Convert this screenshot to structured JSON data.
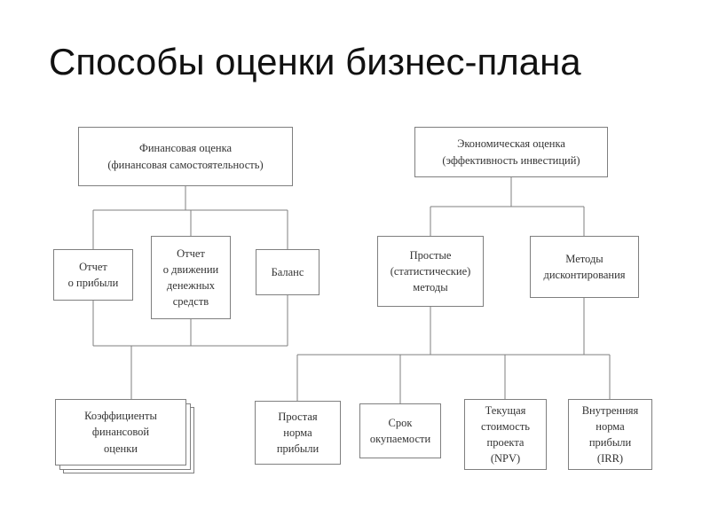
{
  "title": "Способы оценки бизнес-плана",
  "nodes": {
    "financial_root": {
      "label": "Финансовая оценка\n(финансовая самостоятельность)"
    },
    "profit_report": {
      "label": "Отчет\nо прибыли"
    },
    "cash_flow_report": {
      "label": "Отчет\nо движении\nденежных\nсредств"
    },
    "balance": {
      "label": "Баланс"
    },
    "financial_coefficients": {
      "label": "Коэффициенты\nфинансовой\nоценки"
    },
    "economic_root": {
      "label": "Экономическая оценка\n(эффективность инвестиций)"
    },
    "simple_methods": {
      "label": "Простые\n(статистические)\nметоды"
    },
    "discounting_methods": {
      "label": "Методы\nдисконтирования"
    },
    "simple_rate_of_return": {
      "label": "Простая\nнорма\nприбыли"
    },
    "payback_period": {
      "label": "Срок\nокупаемости"
    },
    "npv": {
      "label": "Текущая\nстоимость\nпроекта\n(NPV)"
    },
    "irr": {
      "label": "Внутренняя\nнорма\nприбыли\n(IRR)"
    }
  },
  "colors": {
    "background": "#ffffff",
    "box_border": "#7f7f7f",
    "box_text": "#333333",
    "title_text": "#111111",
    "line": "#7f7f7f"
  }
}
